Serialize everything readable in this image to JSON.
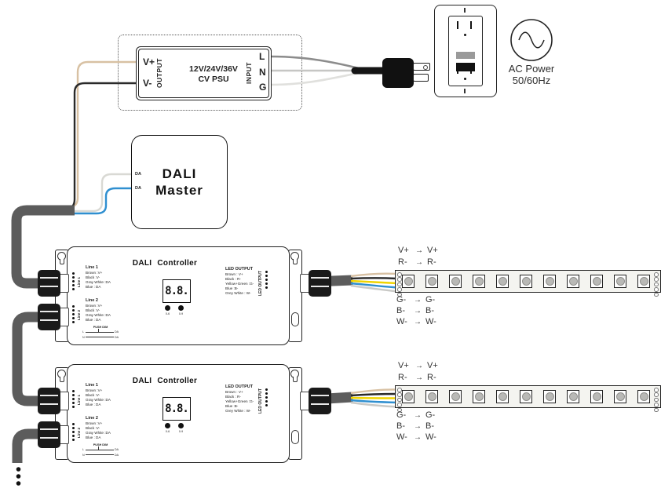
{
  "icons": {
    "arrow": "→"
  },
  "colors": {
    "cable": "#5c5c5c",
    "wire_brown": "#d8c1a3",
    "wire_black": "#2a2a2a",
    "wire_white": "#d9d9d4",
    "wire_blue": "#2f8fd0",
    "wire_yellow": "#f0d400",
    "wire_gray": "#c9c9c6",
    "wire_live": "#8c8c8c",
    "wire_neutral": "#c6c6c4",
    "wire_ground": "#e0e0dd",
    "cord": "#151515",
    "outline": "#222222"
  },
  "psu": {
    "vplus": "V+",
    "vminus": "V-",
    "output_vertical": "OUTPUT",
    "model_line1": "12V/24V/36V",
    "model_line2": "CV PSU",
    "input_vertical": "INPUT",
    "line": "L",
    "neutral": "N",
    "ground": "G"
  },
  "ac_power": {
    "label_line1": "AC Power",
    "label_line2": "50/60Hz"
  },
  "dali_master": {
    "title_line1": "DALI",
    "title_line2": "Master",
    "da_top": "DA",
    "da_bottom": "DA"
  },
  "controllers": [
    {
      "title": "DALI Controller",
      "line1_vertical": "Line 1",
      "line1_heading": "Line 1",
      "line1_rows": [
        "Brown :V+",
        "Black :V-",
        "Gray White :DA",
        "Blue : DA"
      ],
      "line2_vertical": "Line 2",
      "line2_heading": "Line 2",
      "line2_rows": [
        "Brown :V+",
        "Black :V-",
        "Gray White :DA",
        "Blue : DA"
      ],
      "push_dim_title": "PUSH DIM",
      "push_dim_rows": [
        {
          "left": "L",
          "right": "DA"
        },
        {
          "left": "N",
          "right": "DA"
        }
      ],
      "display_value": "8.8.",
      "button1_label": "0-6",
      "button2_label": "0-9",
      "led_output_heading": "LED OUTPUT",
      "led_output_rows": [
        "Brown : V+",
        "Black : R-",
        "Yellow+Green :G-",
        "Blue :B-",
        "Grey White : W-"
      ],
      "led_output_vertical": "LED OUTPUT"
    },
    {
      "title": "DALI Controller",
      "line1_vertical": "Line 1",
      "line1_heading": "Line 1",
      "line1_rows": [
        "Brown :V+",
        "Black :V-",
        "Gray White :DA",
        "Blue : DA"
      ],
      "line2_vertical": "Line 2",
      "line2_heading": "Line 2",
      "line2_rows": [
        "Brown :V+",
        "Black :V-",
        "Gray White :DA",
        "Blue : DA"
      ],
      "push_dim_title": "PUSH DIM",
      "push_dim_rows": [
        {
          "left": "L",
          "right": "DA"
        },
        {
          "left": "N",
          "right": "DA"
        }
      ],
      "display_value": "8.8.",
      "button1_label": "0-6",
      "button2_label": "0-9",
      "led_output_heading": "LED OUTPUT",
      "led_output_rows": [
        "Brown : V+",
        "Black : R-",
        "Yellow+Green :G-",
        "Blue :B-",
        "Grey White : W-"
      ],
      "led_output_vertical": "LED OUTPUT"
    }
  ],
  "strips": [
    {
      "top_labels": [
        {
          "from": "V+",
          "to": "V+"
        },
        {
          "from": "R-",
          "to": "R-"
        }
      ],
      "bottom_labels": [
        {
          "from": "G-",
          "to": "G-"
        },
        {
          "from": "B-",
          "to": "B-"
        },
        {
          "from": "W-",
          "to": "W-"
        }
      ],
      "led_count": 11
    },
    {
      "top_labels": [
        {
          "from": "V+",
          "to": "V+"
        },
        {
          "from": "R-",
          "to": "R-"
        }
      ],
      "bottom_labels": [
        {
          "from": "G-",
          "to": "G-"
        },
        {
          "from": "B-",
          "to": "B-"
        },
        {
          "from": "W-",
          "to": "W-"
        }
      ],
      "led_count": 11
    }
  ]
}
